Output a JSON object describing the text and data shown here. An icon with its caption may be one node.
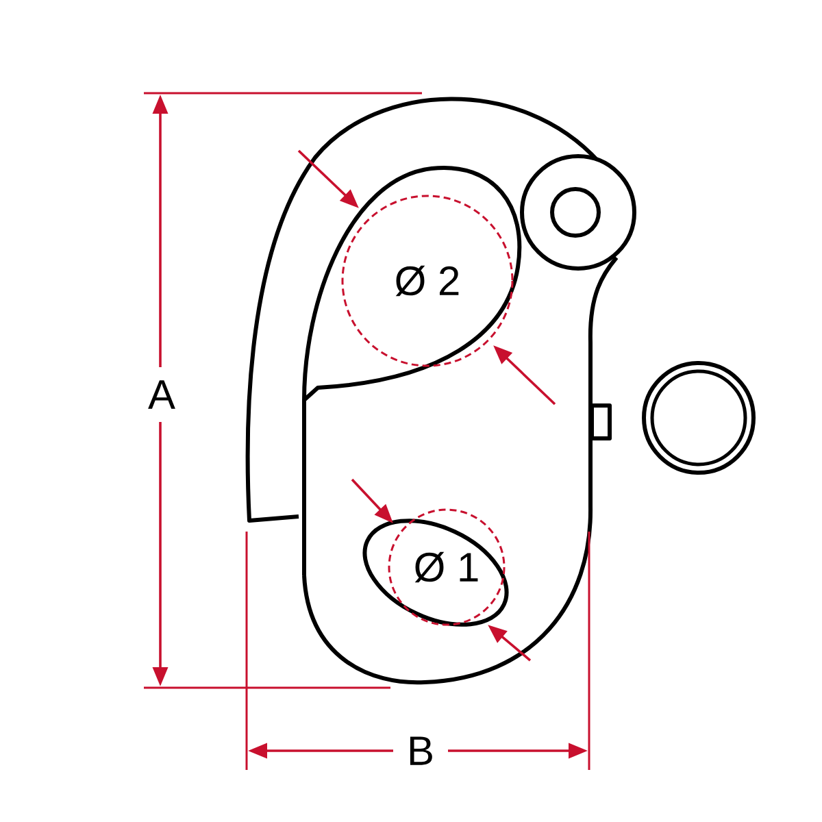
{
  "diagram": {
    "labels": [
      "Ø 2",
      "A",
      "Ø 1",
      "B"
    ]
  }
}
